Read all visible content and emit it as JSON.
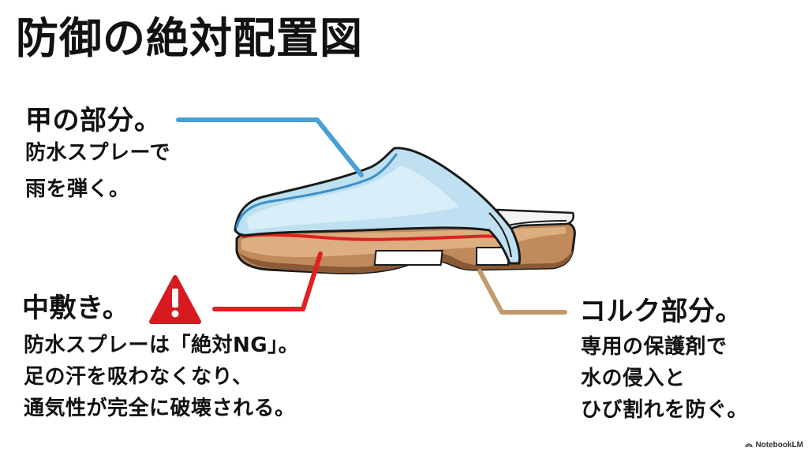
{
  "title": "防御の絶対配置図",
  "upper": {
    "heading": "甲の部分。",
    "lines": [
      "防水スプレーで",
      "雨を弾く。"
    ]
  },
  "insole": {
    "heading": "中敷き。",
    "lines": [
      "防水スプレーは「絶対NG」。",
      "足の汗を吸わなくなり、",
      "通気性が完全に破壊される。"
    ]
  },
  "cork": {
    "heading": "コルク部分。",
    "lines": [
      "専用の保護剤で",
      "水の侵入と",
      "ひび割れを防ぐ。"
    ]
  },
  "warning_icon": "warning-triangle-icon",
  "colors": {
    "upper_line": "#4a9fd4",
    "insole_line": "#e02020",
    "cork_line": "#c29a6b",
    "upper_fill": "#bfe0f0",
    "cork_fill": "#c08a5c",
    "warning_red": "#d71920"
  },
  "badge": {
    "label": "NotebookLM"
  }
}
